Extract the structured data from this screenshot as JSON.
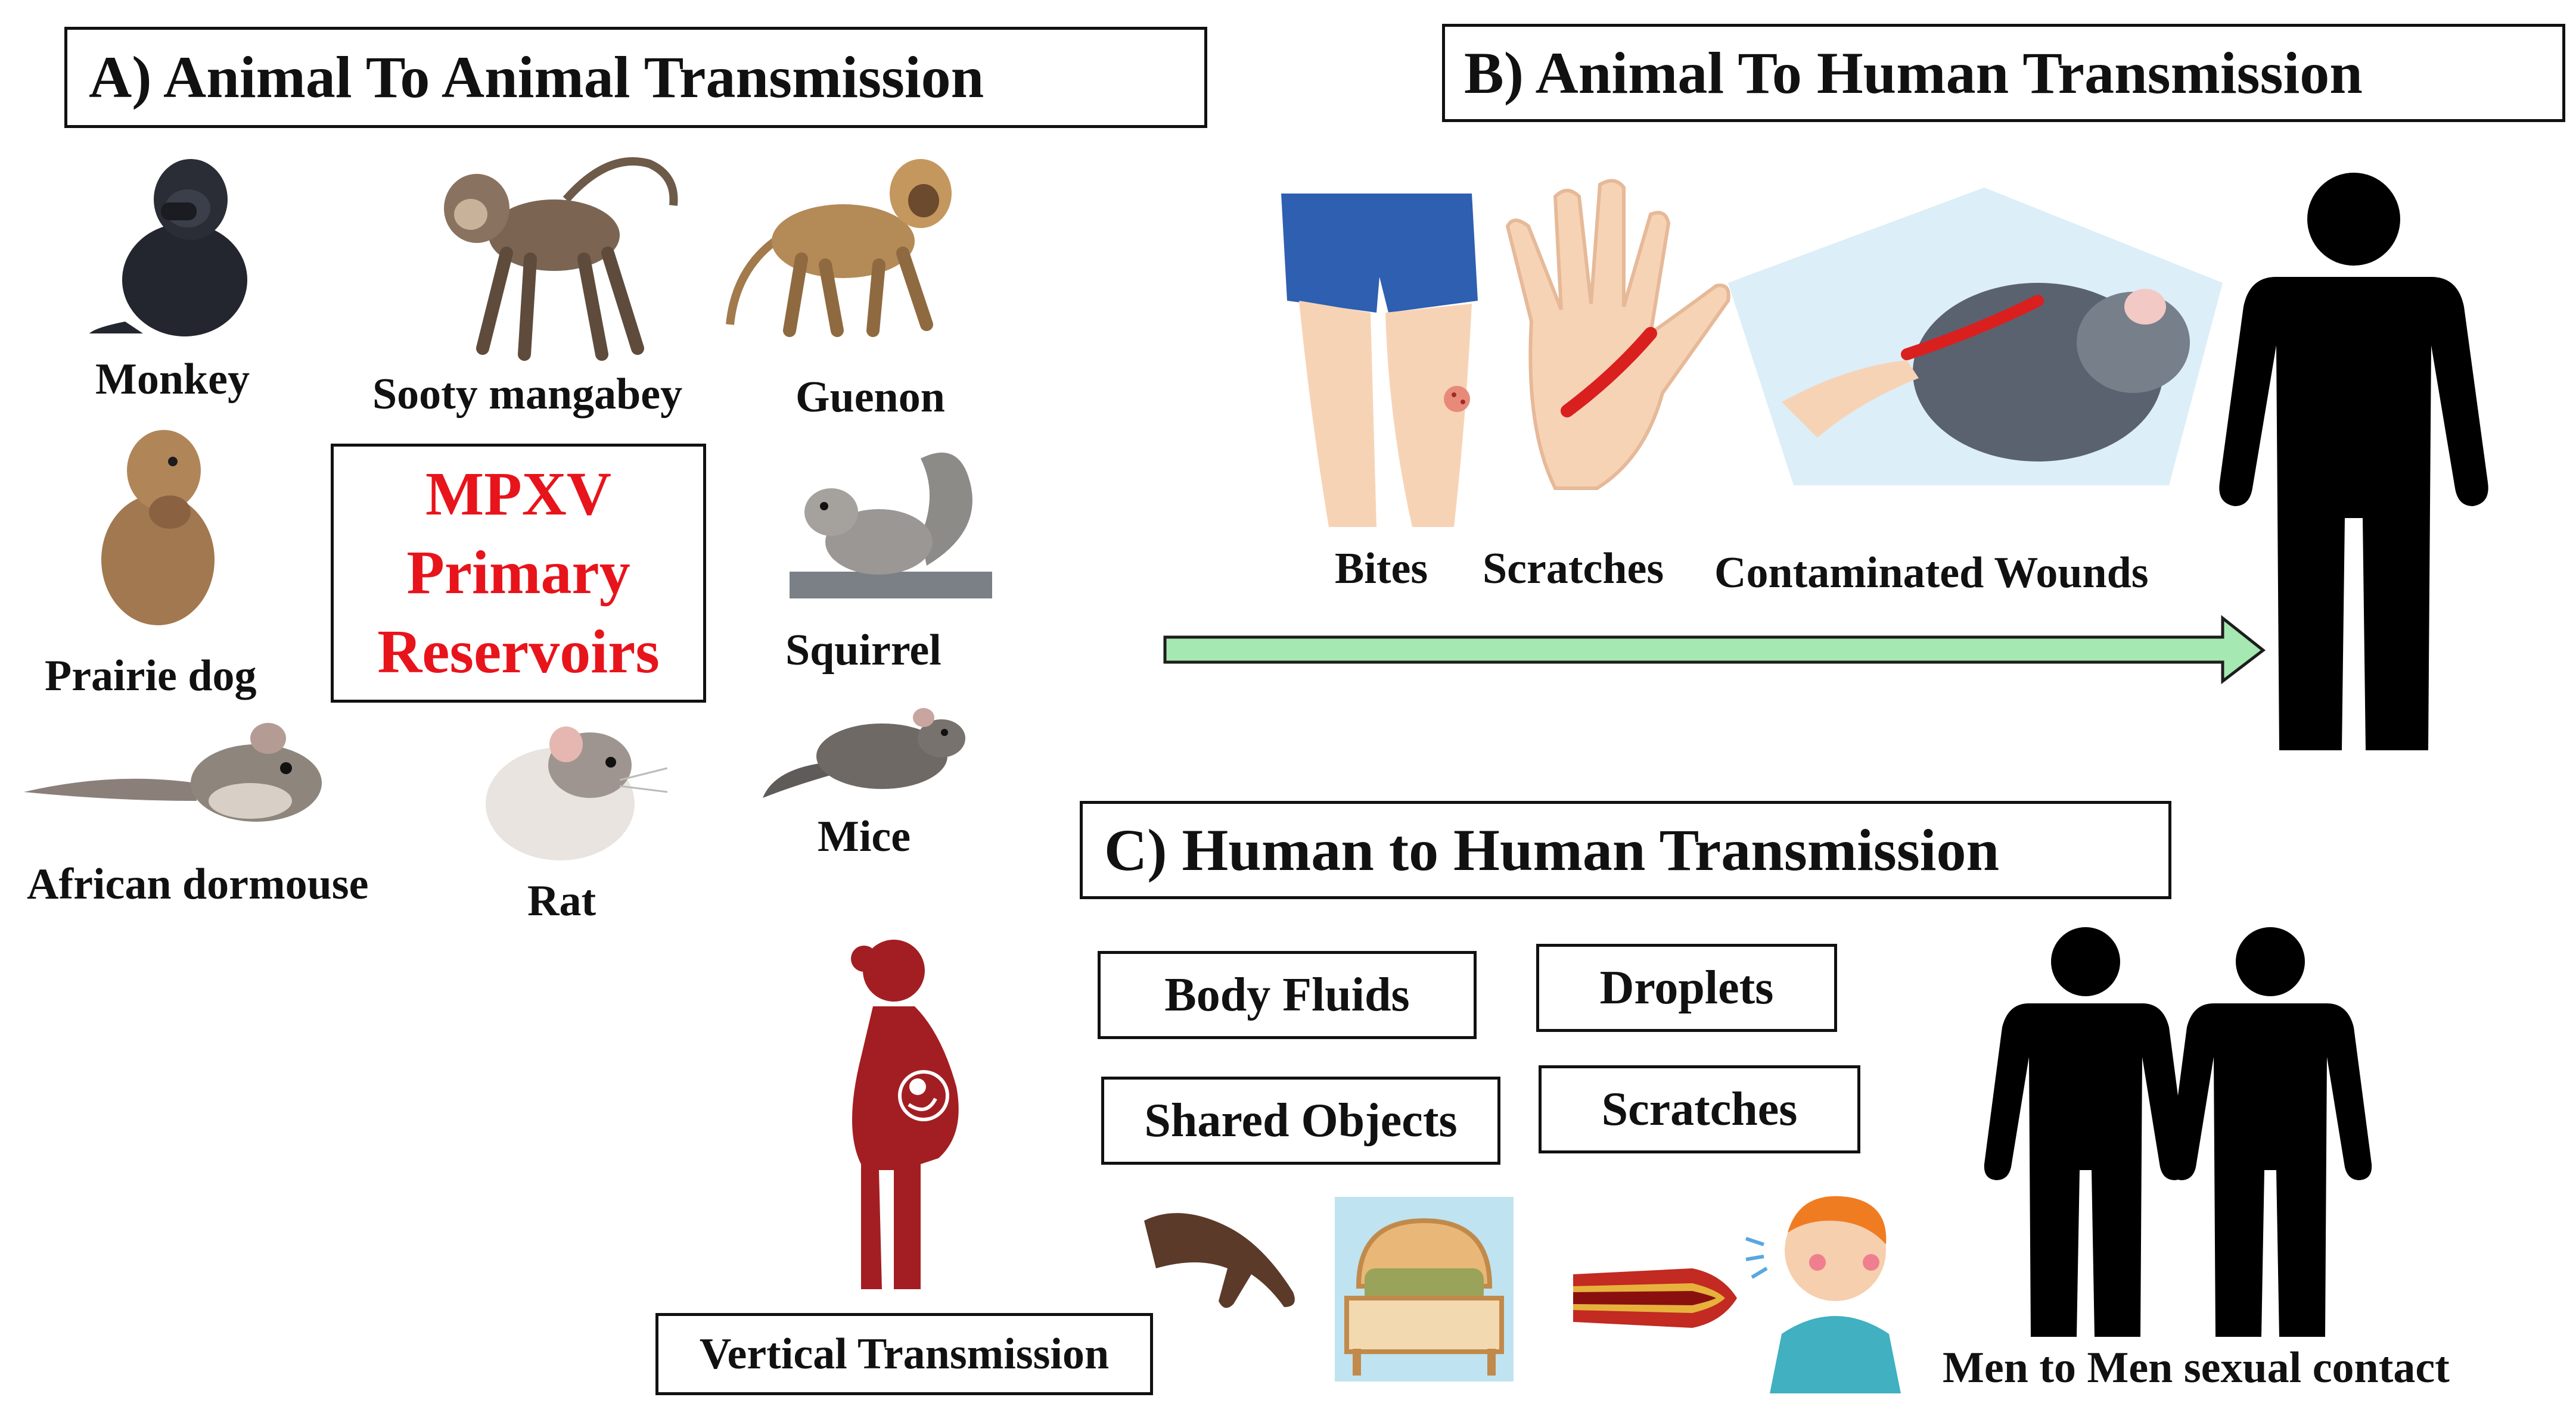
{
  "panel_a": {
    "title": "A) Animal To Animal Transmission",
    "reservoir": {
      "line1": "MPXV",
      "line2": "Primary",
      "line3": "Reservoirs"
    },
    "animals": {
      "monkey": "Monkey",
      "sooty_mangabey": "Sooty mangabey",
      "guenon": "Guenon",
      "prairie_dog": "Prairie dog",
      "squirrel": "Squirrel",
      "african_dormouse": "African dormouse",
      "rat": "Rat",
      "mice": "Mice"
    }
  },
  "panel_b": {
    "title": "B) Animal To Human Transmission",
    "routes": {
      "bites": "Bites",
      "scratches": "Scratches",
      "wounds": "Contaminated Wounds"
    }
  },
  "panel_c": {
    "title": "C) Human to Human Transmission",
    "routes": {
      "body_fluids": "Body Fluids",
      "droplets": "Droplets",
      "shared_objects": "Shared Objects",
      "scratches": "Scratches"
    },
    "vertical": "Vertical Transmission",
    "sexual": "Men to Men sexual contact"
  },
  "colors": {
    "reservoir_text": "#e8141b",
    "arrow_fill": "#a6e8b2",
    "pregnant_figure": "#a31e22",
    "human_figure": "#000000"
  }
}
